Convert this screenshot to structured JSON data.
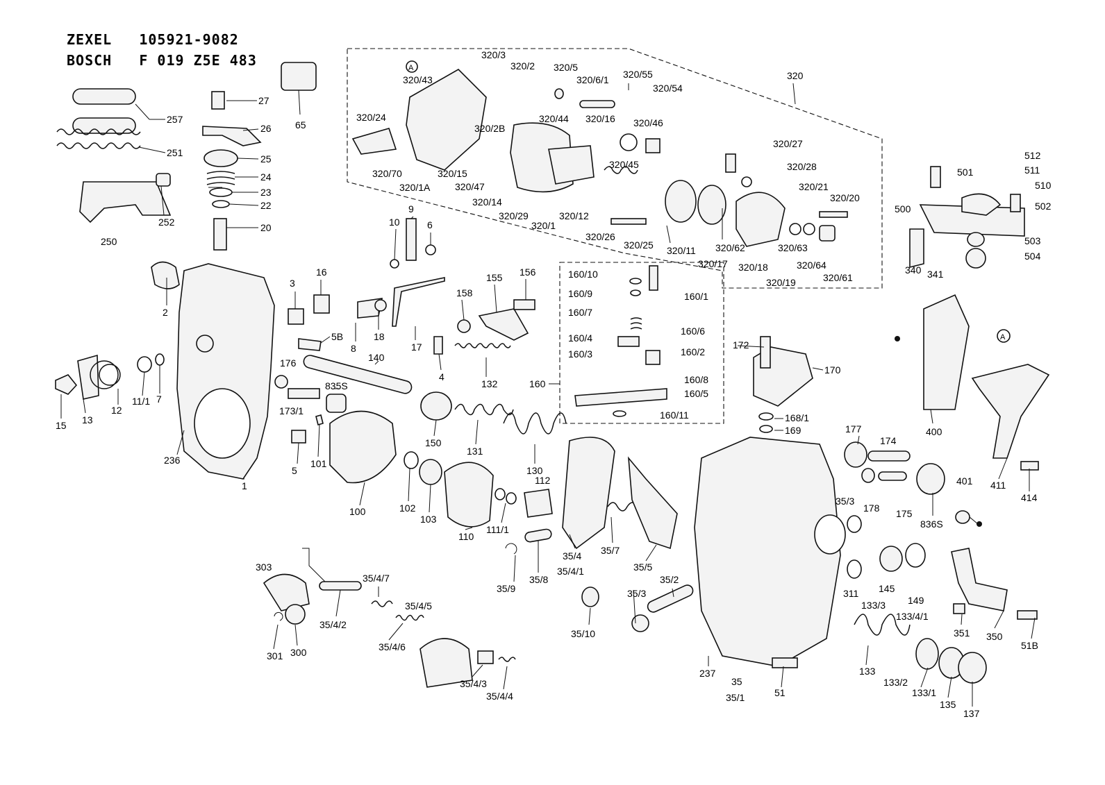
{
  "header": {
    "line1": "ZEXEL   105921-9082",
    "line2": "BOSCH   F 019 Z5E 483"
  },
  "labels": {
    "p27": "27",
    "p26": "26",
    "p25": "25",
    "p24": "24",
    "p23": "23",
    "p22": "22",
    "p20": "20",
    "p257": "257",
    "p251": "251",
    "p252": "252",
    "p250": "250",
    "p65": "65",
    "p2": "2",
    "p3": "3",
    "p16": "16",
    "p5B": "5B",
    "p8": "8",
    "p18": "18",
    "p15": "15",
    "p13": "13",
    "p12": "12",
    "p11_1": "11/1",
    "p7": "7",
    "p236": "236",
    "p1": "1",
    "p176": "176",
    "p173_1": "173/1",
    "p835S": "835S",
    "p140": "140",
    "p5": "5",
    "p101": "101",
    "p100": "100",
    "p102": "102",
    "p103": "103",
    "p150": "150",
    "p131": "131",
    "p130": "130",
    "p110": "110",
    "p111_1": "111/1",
    "p112": "112",
    "p10": "10",
    "p9": "9",
    "p6": "6",
    "p17": "17",
    "p4": "4",
    "p158": "158",
    "p155": "155",
    "p156": "156",
    "p132": "132",
    "p160": "160",
    "p160_10": "160/10",
    "p160_9": "160/9",
    "p160_7": "160/7",
    "p160_1": "160/1",
    "p160_4": "160/4",
    "p160_6": "160/6",
    "p160_3": "160/3",
    "p160_2": "160/2",
    "p160_8": "160/8",
    "p160_5": "160/5",
    "p160_11": "160/11",
    "p320": "320",
    "pA1": "A",
    "p320_3": "320/3",
    "p320_2": "320/2",
    "p320_43": "320/43",
    "p320_5": "320/5",
    "p320_6_1": "320/6/1",
    "p320_55": "320/55",
    "p320_54": "320/54",
    "p320_24": "320/24",
    "p320_28": "320/2B",
    "p320_44": "320/44",
    "p320_16": "320/16",
    "p320_46": "320/46",
    "p320_70": "320/70",
    "p320_1A": "320/1A",
    "p320_15": "320/15",
    "p320_47": "320/47",
    "p320_14": "320/14",
    "p320_29": "320/29",
    "p320_1": "320/1",
    "p320_12": "320/12",
    "p320_45": "320/45",
    "p320_27": "320/27",
    "p320_28b": "320/28",
    "p320_21": "320/21",
    "p320_20": "320/20",
    "p320_26": "320/26",
    "p320_25": "320/25",
    "p320_11": "320/11",
    "p320_62": "320/62",
    "p320_63": "320/63",
    "p320_17": "320/17",
    "p320_18": "320/18",
    "p320_64": "320/64",
    "p320_19": "320/19",
    "p320_61": "320/61",
    "p512": "512",
    "p501": "501",
    "p511": "511",
    "p510": "510",
    "p500": "500",
    "p502": "502",
    "p503": "503",
    "p504": "504",
    "p340": "340",
    "p341": "341",
    "pA2": "A",
    "p400": "400",
    "p411": "411",
    "p414": "414",
    "p172": "172",
    "p170": "170",
    "p168_1": "168/1",
    "p169": "169",
    "p177": "177",
    "p174": "174",
    "p178": "178",
    "p175": "175",
    "p836S": "836S",
    "p401": "401",
    "p35_3a": "35/3",
    "p311": "311",
    "p145": "145",
    "p149": "149",
    "p35_4": "35/4",
    "p35_4_1": "35/4/1",
    "p35_7": "35/7",
    "p35_5": "35/5",
    "p35_9": "35/9",
    "p35_8": "35/8",
    "p35_10": "35/10",
    "p35_2": "35/2",
    "p35_3b": "35/3",
    "p237": "237",
    "p35": "35",
    "p35_1": "35/1",
    "p51": "51",
    "p133_3": "133/3",
    "p133_4_1": "133/4/1",
    "p133": "133",
    "p133_2": "133/2",
    "p133_1": "133/1",
    "p135": "135",
    "p137": "137",
    "p351": "351",
    "p350": "350",
    "p51B": "51B",
    "p303": "303",
    "p301": "301",
    "p300": "300",
    "p35_4_2": "35/4/2",
    "p35_4_7": "35/4/7",
    "p35_4_5": "35/4/5",
    "p35_4_6": "35/4/6",
    "p35_4_3": "35/4/3",
    "p35_4_4": "35/4/4"
  }
}
